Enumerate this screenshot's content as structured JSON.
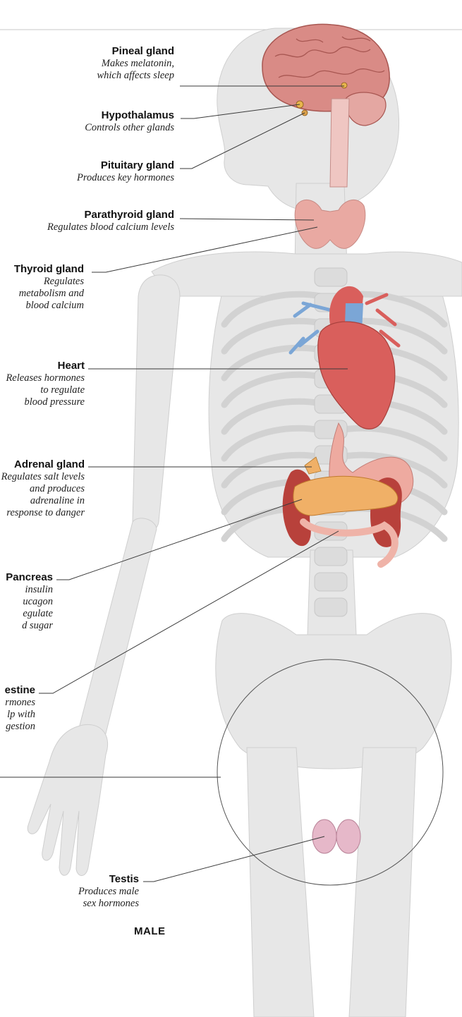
{
  "figure": {
    "sex_label": "MALE",
    "colors": {
      "skeleton": "#e7e7e7",
      "skeleton_edge": "#cfcfcf",
      "leader": "#3a3a3a",
      "brain": "#d98b86",
      "heart": "#d95f5c",
      "vessel_blue": "#7ba6d6",
      "gland": "#e9a9a2",
      "pancreas": "#f0b067",
      "kidney": "#b8413b",
      "testis": "#e6b8c9"
    }
  },
  "labels": [
    {
      "id": "pineal",
      "name": "Pineal gland",
      "desc": [
        "Makes melatonin,",
        "which affects sleep"
      ]
    },
    {
      "id": "hypothalamus",
      "name": "Hypothalamus",
      "desc": [
        "Controls other glands"
      ]
    },
    {
      "id": "pituitary",
      "name": "Pituitary gland",
      "desc": [
        "Produces key hormones"
      ]
    },
    {
      "id": "parathyroid",
      "name": "Parathyroid gland",
      "desc": [
        "Regulates blood calcium levels"
      ]
    },
    {
      "id": "thyroid",
      "name": "Thyroid gland",
      "desc": [
        "Regulates",
        "metabolism and",
        "blood calcium"
      ]
    },
    {
      "id": "heart",
      "name": "Heart",
      "desc": [
        "Releases hormones",
        "to regulate",
        "blood pressure"
      ]
    },
    {
      "id": "adrenal",
      "name": "Adrenal gland",
      "desc": [
        "Regulates salt levels",
        "and produces",
        "adrenaline in",
        "response to danger"
      ]
    },
    {
      "id": "pancreas",
      "name": "Pancreas",
      "desc": [
        "insulin",
        "ucagon",
        "egulate",
        "d sugar"
      ]
    },
    {
      "id": "intestine",
      "name": "estine",
      "desc": [
        "rmones",
        "lp with",
        "gestion"
      ]
    },
    {
      "id": "testis",
      "name": "Testis",
      "desc": [
        "Produces male",
        "sex hormones"
      ]
    }
  ]
}
